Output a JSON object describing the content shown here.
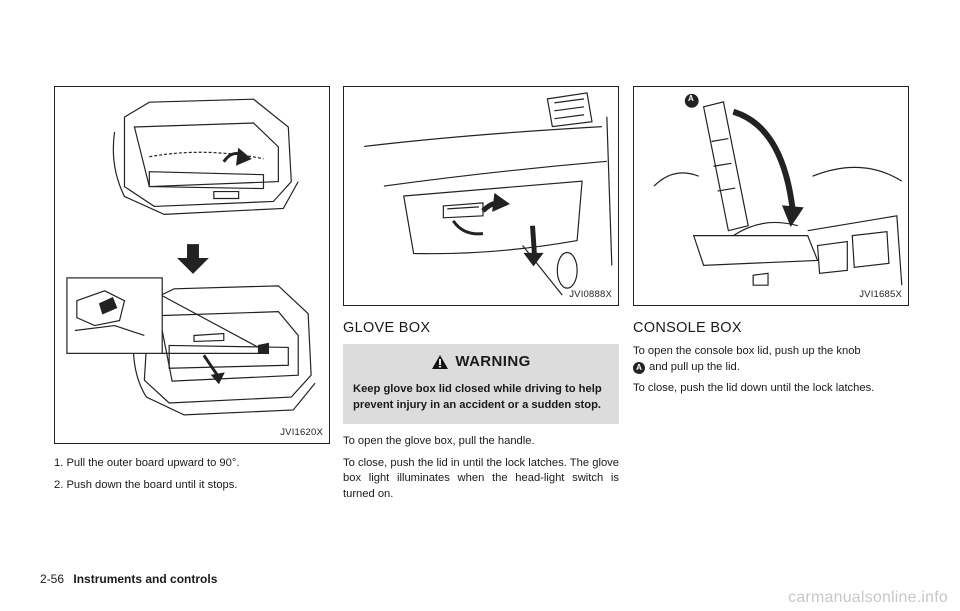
{
  "column1": {
    "figure_id": "JVI1620X",
    "steps": [
      "1.  Pull the outer board upward to 90°.",
      "2.  Push down the board until it stops."
    ]
  },
  "column2": {
    "figure_id": "JVI0888X",
    "section_title": "GLOVE BOX",
    "warning_title": "WARNING",
    "warning_text": "Keep glove box lid closed while driving to help prevent injury in an accident or a sudden stop.",
    "paragraphs": [
      "To open the glove box, pull the handle.",
      "To close, push the lid in until the lock latches. The glove box light illuminates when the head-light switch is turned on."
    ]
  },
  "column3": {
    "figure_id": "JVI1685X",
    "section_title": "CONSOLE BOX",
    "para1_before": "To open the console box lid, push up the knob",
    "para1_marker": "A",
    "para1_after": "and pull up the lid.",
    "para2": "To close, push the lid down until the lock latches.",
    "figure_label": "A"
  },
  "footer": {
    "page_number": "2-56",
    "chapter": "Instruments and controls"
  },
  "watermark": "carmanualsonline.info",
  "icons": [
    "warning-triangle-icon",
    "down-arrow-icon",
    "curved-arrow-icon"
  ]
}
